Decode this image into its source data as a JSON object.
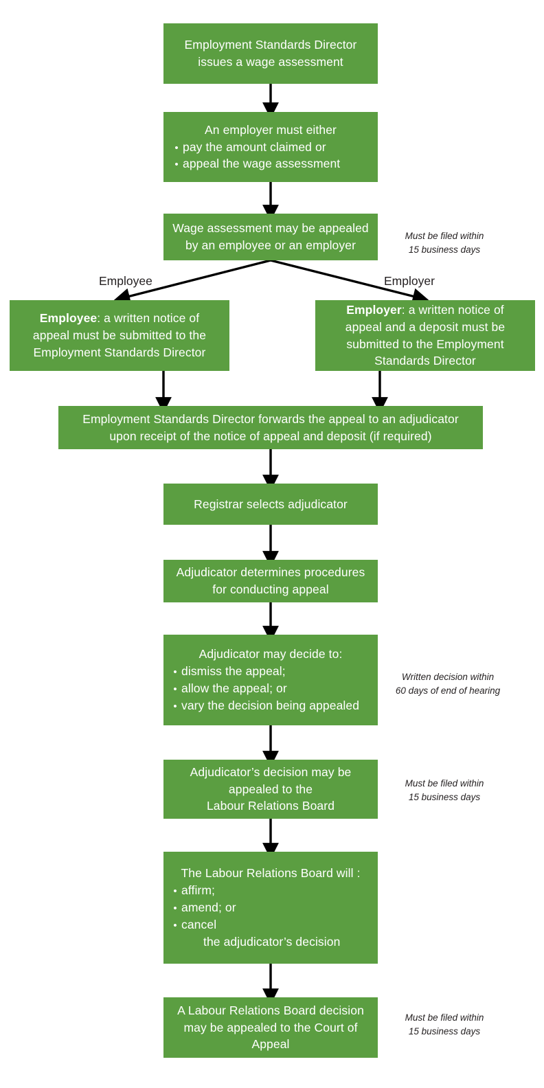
{
  "diagram": {
    "title": "Wage assessment appeal process flowchart",
    "accent_color": "#5b9e41",
    "text_color": "#ffffff",
    "note_color": "#231f20",
    "nodes": [
      {
        "id": "wage-assessment-issued",
        "lines": [
          "Employment Standards Director",
          "issues a wage assessment"
        ]
      },
      {
        "id": "employer-must-either",
        "lead": "An employer must either",
        "bullets": [
          "pay the amount claimed or",
          "appeal the wage assessment"
        ]
      },
      {
        "id": "may-be-appealed",
        "lines": [
          "Wage assessment may be appealed",
          "by an employee or an employer"
        ]
      },
      {
        "id": "employee-notice",
        "strong": "Employee",
        "lines": [
          ": a written notice of",
          "appeal must be submitted to the",
          "Employment Standards Director"
        ]
      },
      {
        "id": "employer-notice",
        "strong": "Employer",
        "lines": [
          ": a written notice of",
          "appeal and a deposit must be",
          "submitted to the Employment",
          "Standards Director"
        ]
      },
      {
        "id": "director-forwards",
        "lines": [
          "Employment Standards Director forwards the appeal to an adjudicator",
          "upon receipt of the notice of appeal and deposit (if required)"
        ]
      },
      {
        "id": "registrar-selects",
        "lines": [
          "Registrar selects adjudicator"
        ]
      },
      {
        "id": "adjudicator-procedures",
        "lines": [
          "Adjudicator determines procedures",
          "for conducting appeal"
        ]
      },
      {
        "id": "adjudicator-may-decide",
        "lead": "Adjudicator may decide to:",
        "bullets": [
          "dismiss the appeal;",
          "allow the appeal; or",
          "vary the decision being appealed"
        ]
      },
      {
        "id": "adjudicator-decision-appeal",
        "lines": [
          "Adjudicator’s decision may be",
          "appealed to the",
          "Labour Relations Board"
        ]
      },
      {
        "id": "lrb-will",
        "lead": "The Labour Relations Board will :",
        "bullets": [
          "affirm;",
          "amend; or",
          "cancel"
        ],
        "trailing": "the adjudicator’s decision"
      },
      {
        "id": "lrb-decision-court",
        "lines": [
          "A Labour Relations Board decision",
          "may be appealed to the Court of",
          "Appeal"
        ]
      }
    ],
    "notes": [
      {
        "id": "note-appeal-deadline-1",
        "lines": [
          "Must be filed within",
          "15 business days"
        ]
      },
      {
        "id": "note-written-decision",
        "lines": [
          "Written decision within",
          "60 days of end of hearing"
        ]
      },
      {
        "id": "note-appeal-deadline-2",
        "lines": [
          "Must be filed within",
          "15 business days"
        ]
      },
      {
        "id": "note-appeal-deadline-3",
        "lines": [
          "Must be filed within",
          "15 business days"
        ]
      }
    ],
    "branch_labels": [
      {
        "id": "branch-employee",
        "text": "Employee"
      },
      {
        "id": "branch-employer",
        "text": "Employer"
      }
    ]
  }
}
